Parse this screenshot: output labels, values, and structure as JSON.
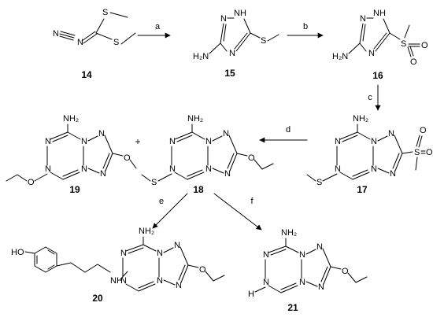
{
  "atoms": {
    "N": "N",
    "S": "S",
    "O": "O",
    "NH": "NH",
    "N1H": "N",
    "H": "H",
    "HO": "HO",
    "H2N": "H₂N",
    "NH2": "NH₂"
  },
  "compounds": {
    "c14": "14",
    "c15": "15",
    "c16": "16",
    "c17": "17",
    "c18": "18",
    "c19": "19",
    "c20": "20",
    "c21": "21"
  },
  "steps": {
    "a": "a",
    "b": "b",
    "c": "c",
    "d": "d",
    "e": "e",
    "f": "f"
  },
  "plus": "+"
}
